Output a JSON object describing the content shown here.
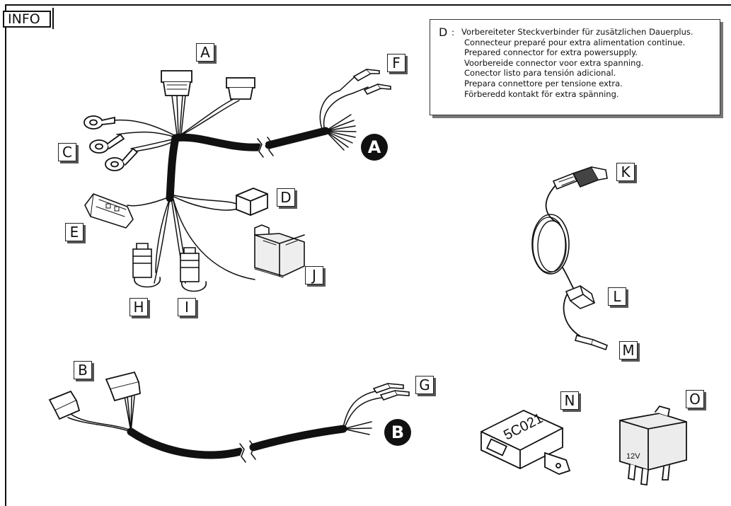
{
  "page": {
    "tag": "INFO"
  },
  "note": {
    "key": "D",
    "lines": [
      "Vorbereiteter Steckverbinder für zusätzlichen Dauerplus.",
      "Connecteur preparé pour extra alimentation continue.",
      "Prepared connector for extra powersupply.",
      "Voorbereide connector voor extra spanning.",
      "Conector listo para tensión adicional.",
      "Prepara connettore per tensione extra.",
      "Förberedd kontakt för extra spänning."
    ]
  },
  "labels": {
    "A": "A",
    "B": "B",
    "C": "C",
    "D": "D",
    "E": "E",
    "F": "F",
    "G": "G",
    "H": "H",
    "I": "I",
    "J": "J",
    "K": "K",
    "L": "L",
    "M": "M",
    "N": "N",
    "O": "O"
  },
  "harness_badges": {
    "A": "A",
    "B": "B"
  },
  "parts": {
    "N": {
      "marking": "5C021"
    },
    "O": {
      "marking": "12V"
    }
  }
}
